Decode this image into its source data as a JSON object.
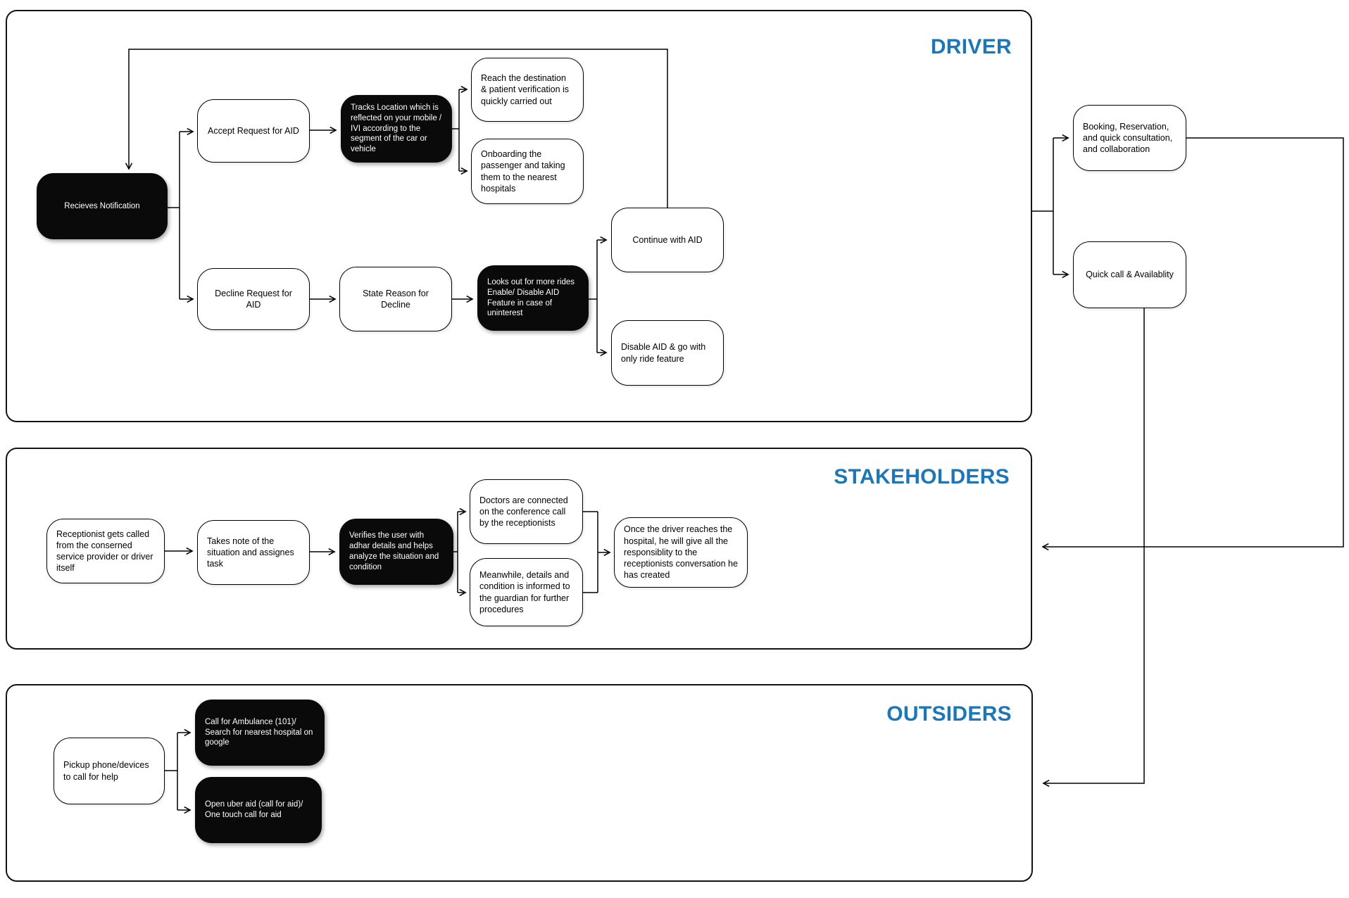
{
  "colors": {
    "background": "#ffffff",
    "section_label": "#1D77B6",
    "black_node_bg": "#0a0a0a",
    "black_node_text": "#ffffff",
    "white_node_bg": "#ffffff",
    "line": "#000000"
  },
  "sections": {
    "driver": {
      "label": "DRIVER"
    },
    "stakeholders": {
      "label": "STAKEHOLDERS"
    },
    "outsiders": {
      "label": "OUTSIDERS"
    }
  },
  "nodes": {
    "recieves_notification": {
      "label": "Recieves Notification",
      "variant": "black"
    },
    "accept_request": {
      "label": "Accept Request for AID",
      "variant": "white"
    },
    "tracks_location": {
      "label": "Tracks Location which is reflected on your mobile / IVI according to the segment of the car or vehicle",
      "variant": "black"
    },
    "reach_destination": {
      "label": "Reach the destination & patient verification is quickly carried out",
      "variant": "white"
    },
    "onboarding_passenger": {
      "label": "Onboarding the passenger and taking them to the nearest hospitals",
      "variant": "white"
    },
    "decline_request": {
      "label": "Decline Request for AID",
      "variant": "white"
    },
    "state_reason": {
      "label": "State Reason for Decline",
      "variant": "white"
    },
    "looks_out": {
      "label": "Looks out for more rides Enable/ Disable AID Feature in case of uninterest",
      "variant": "black"
    },
    "continue_with_aid": {
      "label": "Continue with AID",
      "variant": "white"
    },
    "disable_aid": {
      "label": "Disable AID & go with only ride feature",
      "variant": "white"
    },
    "booking": {
      "label": "Booking, Reservation, and quick consultation, and collaboration",
      "variant": "white"
    },
    "quick_call": {
      "label": "Quick call & Availablity",
      "variant": "white"
    },
    "receptionist": {
      "label": "Receptionist gets called from the conserned service provider or driver itself",
      "variant": "white"
    },
    "takes_note": {
      "label": "Takes note of the situation and assignes task",
      "variant": "white"
    },
    "verifies_user": {
      "label": "Verifies the user with adhar details and helps analyze the situation and condition",
      "variant": "black"
    },
    "doctors_connected": {
      "label": "Doctors are connected on the conference call by the receptionists",
      "variant": "white"
    },
    "meanwhile_details": {
      "label": "Meanwhile, details and condition is informed to the guardian for further procedures",
      "variant": "white"
    },
    "once_driver": {
      "label": "Once the driver reaches the hospital, he will give all the responsiblity to the receptionists conversation he has created",
      "variant": "white"
    },
    "pickup_phone": {
      "label": "Pickup phone/devices to call for help",
      "variant": "white"
    },
    "call_ambulance": {
      "label": "Call for Ambulance (101)/ Search for nearest hospital on google",
      "variant": "black"
    },
    "open_uber_aid": {
      "label": "Open uber aid (call for aid)/ One touch call for aid",
      "variant": "black"
    }
  },
  "edges": [
    {
      "from": "recieves_notification",
      "to": "accept_request"
    },
    {
      "from": "recieves_notification",
      "to": "decline_request"
    },
    {
      "from": "accept_request",
      "to": "tracks_location"
    },
    {
      "from": "tracks_location",
      "to": "reach_destination"
    },
    {
      "from": "tracks_location",
      "to": "onboarding_passenger"
    },
    {
      "from": "decline_request",
      "to": "state_reason"
    },
    {
      "from": "state_reason",
      "to": "looks_out"
    },
    {
      "from": "looks_out",
      "to": "continue_with_aid"
    },
    {
      "from": "looks_out",
      "to": "disable_aid"
    },
    {
      "from": "continue_with_aid",
      "to": "recieves_notification"
    },
    {
      "from": "driver_section",
      "to": "booking"
    },
    {
      "from": "driver_section",
      "to": "quick_call"
    },
    {
      "from": "booking",
      "to": "stakeholders_section"
    },
    {
      "from": "quick_call",
      "to": "outsiders_section"
    },
    {
      "from": "receptionist",
      "to": "takes_note"
    },
    {
      "from": "takes_note",
      "to": "verifies_user"
    },
    {
      "from": "verifies_user",
      "to": "doctors_connected"
    },
    {
      "from": "verifies_user",
      "to": "meanwhile_details"
    },
    {
      "from": "doctors_connected",
      "to": "once_driver"
    },
    {
      "from": "meanwhile_details",
      "to": "once_driver"
    },
    {
      "from": "pickup_phone",
      "to": "call_ambulance"
    },
    {
      "from": "pickup_phone",
      "to": "open_uber_aid"
    }
  ]
}
